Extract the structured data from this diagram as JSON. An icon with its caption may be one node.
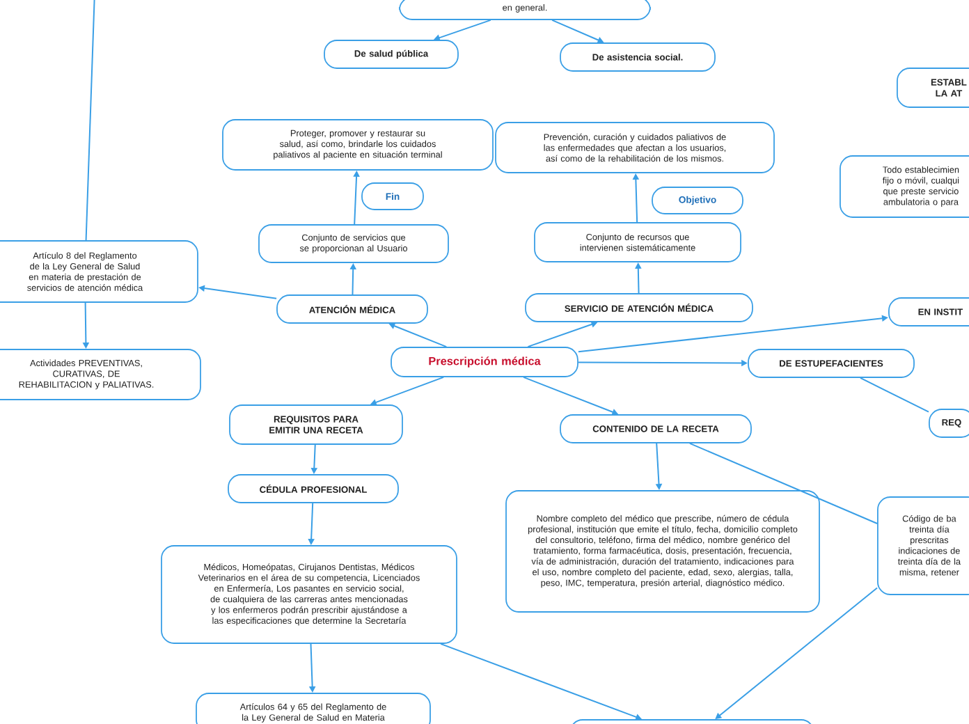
{
  "diagram": {
    "nodes": [
      {
        "text": [
          "en general."
        ]
      },
      {
        "text": [
          "De salud pública"
        ]
      },
      {
        "text": [
          "De asistencia social."
        ]
      },
      {
        "text": [
          "ESTABL LA AT"
        ]
      },
      {
        "text": [
          "Proteger, promover y restaurar su salud, así como, brindarle los cuidados paliativos al paciente en situación terminal"
        ]
      },
      {
        "text": [
          "Prevención, curación y cuidados paliativos de las enfermedades que afectan a los usuarios, así como de la rehabilitación de los mismos."
        ]
      },
      {
        "text": [
          "Fin"
        ]
      },
      {
        "text": [
          "Objetivo"
        ]
      },
      {
        "text": [
          "Todo establecimien fijo o móvil, cualqui que preste servicio ambulatoria o para"
        ]
      },
      {
        "text": [
          "Conjunto de servicios que se proporcionan al Usuario"
        ]
      },
      {
        "text": [
          "Conjunto de recursos que intervienen sistemáticamente"
        ]
      },
      {
        "text": [
          "Artículo 8 del Reglamento de la Ley General de Salud en materia de prestación de servicios de atención médica"
        ]
      },
      {
        "text": [
          "ATENCIÓN MÉDICA"
        ]
      },
      {
        "text": [
          "SERVICIO DE ATENCIÓN MÉDICA"
        ]
      },
      {
        "text": [
          "EN INSTIT"
        ]
      },
      {
        "text": [
          "Actividades PREVENTIVAS, CURATIVAS, DE REHABILITACION y PALIATIVAS."
        ]
      },
      {
        "text": [
          "Prescripción médica"
        ]
      },
      {
        "text": [
          "DE ESTUPEFACIENTES"
        ]
      },
      {
        "text": [
          "REQUISITOS PARA EMITIR UNA RECETA"
        ]
      },
      {
        "text": [
          "REQ"
        ]
      },
      {
        "text": [
          "CONTENIDO DE LA RECETA"
        ]
      },
      {
        "text": [
          "CÉDULA PROFESIONAL"
        ]
      },
      {
        "text": [
          "Nombre completo del médico que prescribe, número de cédula profesional, institución que emite el título, fecha, domicilio completo del consultorio, teléfono, firma del médico, nombre genérico del tratamiento, forma farmacéutica, dosis, presentación, frecuencia, vía de administración, duración del tratamiento, indicaciones para el uso, nombre completo del paciente, edad, sexo, alergias, talla, peso, IMC, temperatura, presión arterial, diagnóstico médico."
        ]
      },
      {
        "text": [
          "Código de ba treinta día prescritas indicaciones de treinta día de la misma, retener"
        ]
      },
      {
        "text": [
          "Médicos, Homeópatas, Cirujanos Dentistas, Médicos Veterinarios en el área de su competencia, Licenciados en Enfermería, Los pasantes en servicio social, de cualquiera de las carreras antes mencionadas y los enfermeros podrán prescribir ajustándose a las especificaciones que determine la Secretaría"
        ]
      },
      {
        "text": [
          "Artículos 64 y 65 del Reglamento de la Ley General de Salud en Materia"
        ]
      },
      {
        "text": [],
        "shape": "box"
      }
    ],
    "edges": [
      {
        "from": 0,
        "to": 1,
        "arrow": "to"
      },
      {
        "from": 0,
        "to": 2,
        "arrow": "to"
      },
      {
        "from": null,
        "to": 11,
        "arrow": "none"
      },
      {
        "from": 11,
        "to": 15,
        "arrow": "to"
      },
      {
        "from": 12,
        "to": 11,
        "arrow": "to"
      },
      {
        "from": 12,
        "to": 9,
        "arrow": "to"
      },
      {
        "from": 9,
        "to": 4,
        "arrow": "to"
      },
      {
        "from": 16,
        "to": 12,
        "arrow": "to"
      },
      {
        "from": 16,
        "to": 13,
        "arrow": "to"
      },
      {
        "from": 13,
        "to": 10,
        "arrow": "to"
      },
      {
        "from": 10,
        "to": 5,
        "arrow": "to"
      },
      {
        "from": 16,
        "to": 14,
        "arrow": "to"
      },
      {
        "from": 16,
        "to": 17,
        "arrow": "to"
      },
      {
        "from": 16,
        "to": 18,
        "arrow": "to"
      },
      {
        "from": 16,
        "to": 20,
        "arrow": "to"
      },
      {
        "from": 18,
        "to": 21,
        "arrow": "to"
      },
      {
        "from": 21,
        "to": 24,
        "arrow": "to"
      },
      {
        "from": 24,
        "to": 25,
        "arrow": "to"
      },
      {
        "from": 24,
        "to": 26,
        "arrow": "to"
      },
      {
        "from": 20,
        "to": 22,
        "arrow": "to"
      },
      {
        "from": 20,
        "to": 23,
        "arrow": "none"
      },
      {
        "from": 23,
        "to": 26,
        "arrow": "to"
      },
      {
        "from": 17,
        "to": 19,
        "arrow": "none"
      }
    ]
  }
}
